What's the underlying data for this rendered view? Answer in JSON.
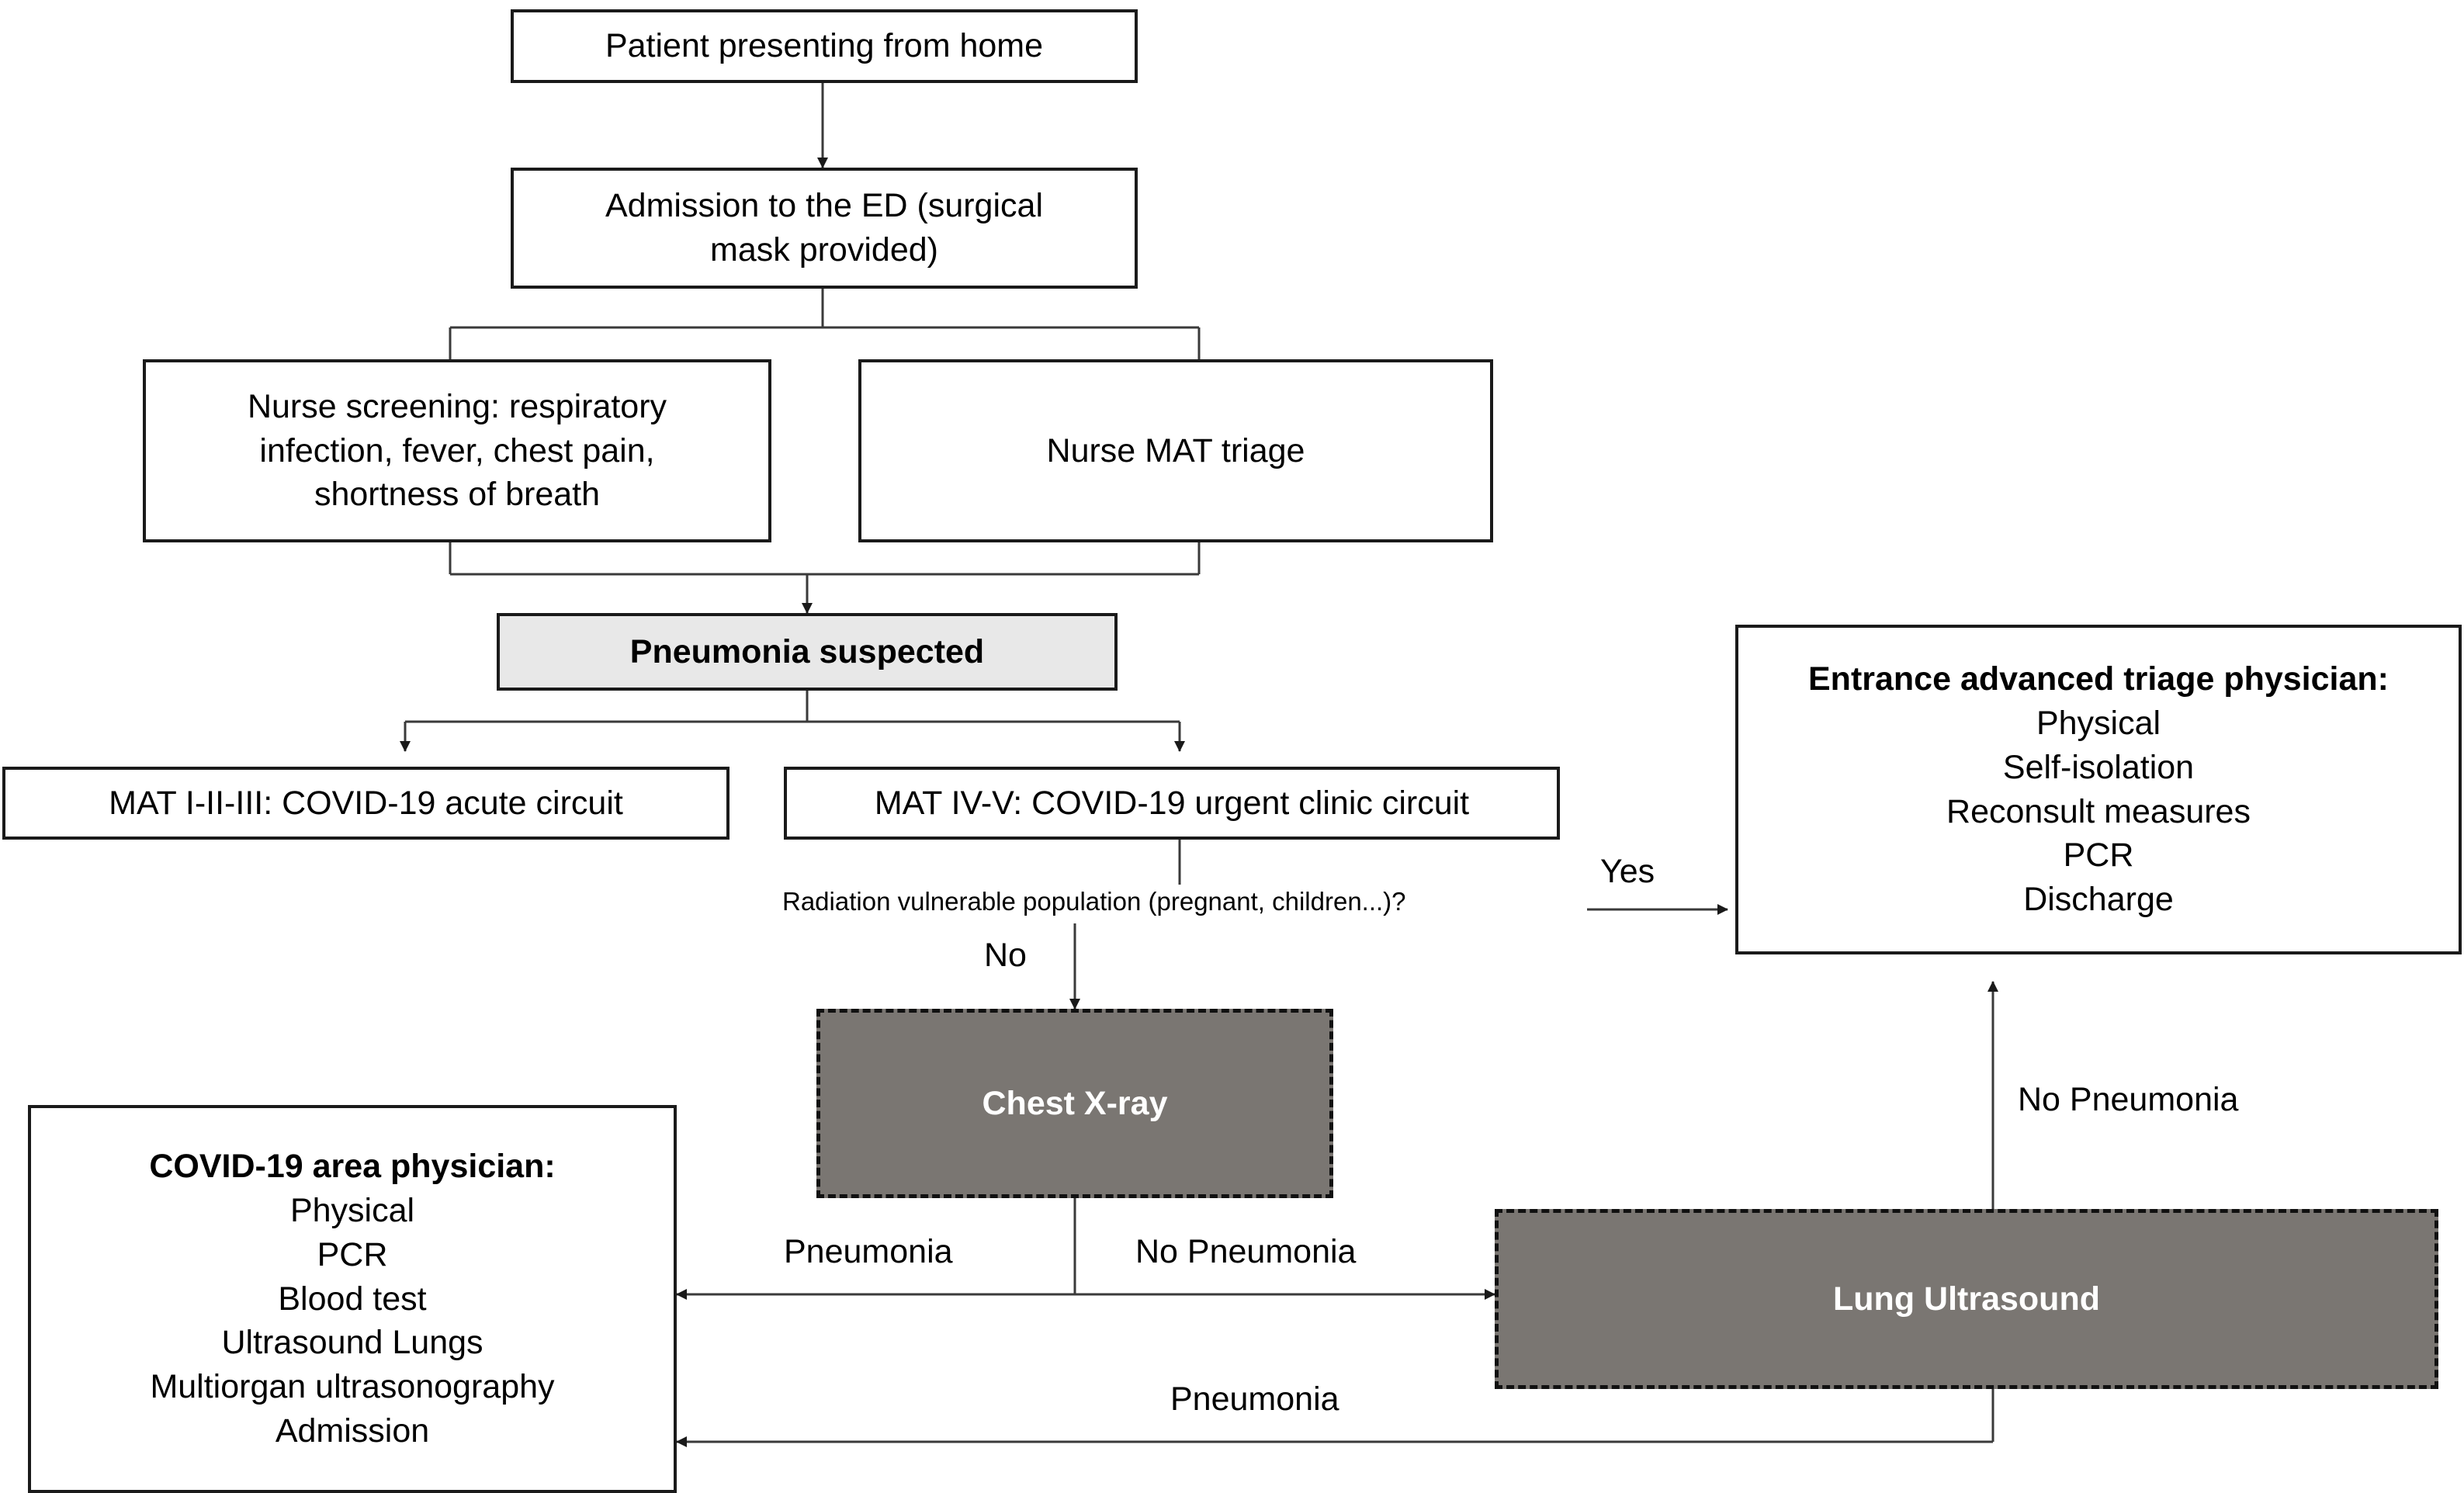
{
  "diagram": {
    "title": "COVID-19 emergency department triage flowchart",
    "colors": {
      "page_background": "#ffffff",
      "box_border": "#1a1a1a",
      "shaded_box_fill": "#e8e8e8",
      "dark_box_fill": "#7a7672",
      "dark_box_text": "#ffffff",
      "connector": "#3a3a3a",
      "text": "#000000"
    },
    "nodes": {
      "patient_home": {
        "label": "Patient presenting from home",
        "style": "plain"
      },
      "admission_ed": {
        "line1": "Admission to the ED (surgical",
        "line2": "mask provided)",
        "style": "plain"
      },
      "nurse_screening": {
        "line1": "Nurse screening: respiratory",
        "line2": "infection, fever, chest pain,",
        "line3": "shortness of breath",
        "style": "plain"
      },
      "nurse_mat_triage": {
        "label": "Nurse MAT triage",
        "style": "plain"
      },
      "pneumonia_suspected": {
        "label": "Pneumonia suspected",
        "style": "shaded-bold"
      },
      "mat_acute": {
        "label": "MAT I-II-III: COVID-19 acute circuit",
        "style": "plain"
      },
      "mat_urgent": {
        "label": "MAT IV-V: COVID-19 urgent clinic circuit",
        "style": "plain"
      },
      "entrance_triage_physician": {
        "heading": "Entrance advanced triage physician:",
        "items": [
          "Physical",
          "Self-isolation",
          "Reconsult measures",
          "PCR",
          "Discharge"
        ],
        "style": "plain-heading-bold"
      },
      "covid_area_physician": {
        "heading": "COVID-19 area physician:",
        "items": [
          "Physical",
          "PCR",
          "Blood test",
          "Ultrasound Lungs",
          "Multiorgan ultrasonography",
          "Admission"
        ],
        "style": "plain-heading-bold"
      },
      "chest_xray": {
        "label": "Chest X-ray",
        "style": "dark-dashed"
      },
      "lung_ultrasound": {
        "label": "Lung Ultrasound",
        "style": "dark-dashed"
      }
    },
    "decisions": {
      "radiation_question": "Radiation vulnerable population (pregnant, children...)?"
    },
    "edge_labels": {
      "yes": "Yes",
      "no": "No",
      "xray_pneumonia": "Pneumonia",
      "xray_no_pneumonia": "No Pneumonia",
      "lus_no_pneumonia": "No Pneumonia",
      "lus_pneumonia": "Pneumonia"
    }
  }
}
